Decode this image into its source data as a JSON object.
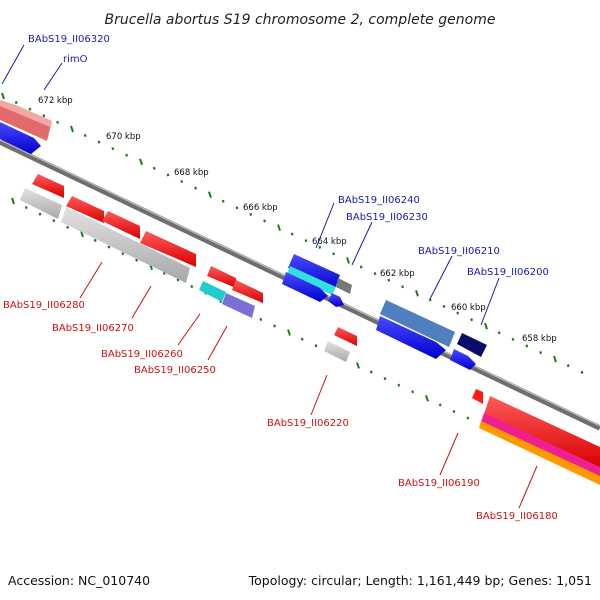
{
  "title": "Brucella abortus S19 chromosome 2, complete genome",
  "footer": {
    "accession": "Accession: NC_010740",
    "summary": "Topology: circular; Length: 1,161,449 bp; Genes: 1,051"
  },
  "scale_ticks": [
    {
      "label": "672 kbp"
    },
    {
      "label": "670 kbp"
    },
    {
      "label": "668 kbp"
    },
    {
      "label": "666 kbp"
    },
    {
      "label": "664 kbp"
    },
    {
      "label": "662 kbp"
    },
    {
      "label": "660 kbp"
    },
    {
      "label": "658 kbp"
    }
  ],
  "gene_labels": [
    {
      "name": "BAbS19_II06320",
      "color": "#1a1aa8"
    },
    {
      "name": "rimO",
      "color": "#1a1aa8"
    },
    {
      "name": "BAbS19_II06240",
      "color": "#1a1aa8"
    },
    {
      "name": "BAbS19_II06230",
      "color": "#1a1aa8"
    },
    {
      "name": "BAbS19_II06210",
      "color": "#1a1aa8"
    },
    {
      "name": "BAbS19_II06200",
      "color": "#1a1aa8"
    },
    {
      "name": "BAbS19_II06280",
      "color": "#cc1111"
    },
    {
      "name": "BAbS19_II06270",
      "color": "#cc1111"
    },
    {
      "name": "BAbS19_II06260",
      "color": "#cc1111"
    },
    {
      "name": "BAbS19_II06250",
      "color": "#cc1111"
    },
    {
      "name": "BAbS19_II06220",
      "color": "#cc1111"
    },
    {
      "name": "BAbS19_II06190",
      "color": "#cc1111"
    },
    {
      "name": "BAbS19_II06180",
      "color": "#cc1111"
    }
  ]
}
